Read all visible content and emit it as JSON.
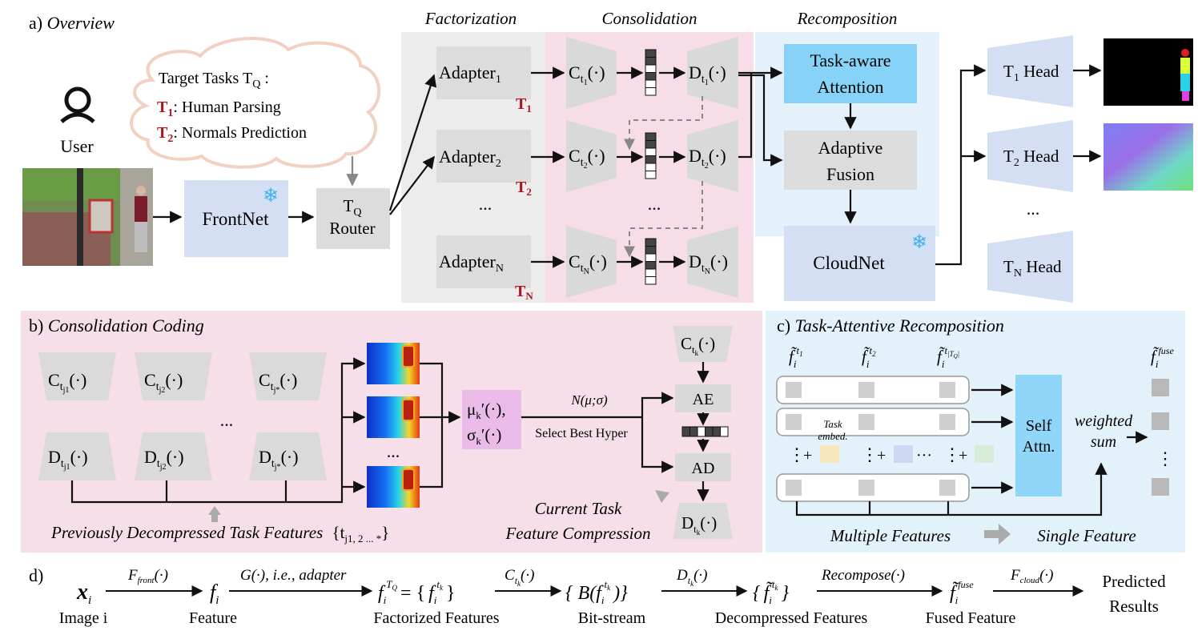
{
  "overview": {
    "section_label": "a)",
    "section_title": "Overview",
    "stages": {
      "factorization": "Factorization",
      "consolidation": "Consolidation",
      "recomposition": "Recomposition"
    },
    "user_label": "User",
    "cloud": {
      "title_main": "Target Tasks T",
      "title_sub": "Q",
      "title_tail": " :",
      "t1_main": "T",
      "t1_sub": "1",
      "t1_desc": ": Human Parsing",
      "t2_main": "T",
      "t2_sub": "2",
      "t2_desc": ": Normals Prediction"
    },
    "frontnet_label": "FrontNet",
    "router": {
      "top_main": "T",
      "top_sub": "Q",
      "bottom": "Router"
    },
    "adapters": [
      {
        "main": "Adapter",
        "sub": "1",
        "tag_main": "T",
        "tag_sub": "1"
      },
      {
        "main": "Adapter",
        "sub": "2",
        "tag_main": "T",
        "tag_sub": "2"
      },
      {
        "main": "Adapter",
        "sub": "N",
        "tag_main": "T",
        "tag_sub": "N"
      }
    ],
    "ellipsis": "...",
    "encoders": [
      {
        "main": "C",
        "sub": "t",
        "subsub": "1",
        "tail": "(·)"
      },
      {
        "main": "C",
        "sub": "t",
        "subsub": "2",
        "tail": "(·)"
      },
      {
        "main": "C",
        "sub": "t",
        "subsub": "N",
        "tail": "(·)"
      }
    ],
    "decoders": [
      {
        "main": "D",
        "sub": "t",
        "subsub": "1",
        "tail": "(·)"
      },
      {
        "main": "D",
        "sub": "t",
        "subsub": "2",
        "tail": "(·)"
      },
      {
        "main": "D",
        "sub": "t",
        "subsub": "N",
        "tail": "(·)"
      }
    ],
    "attention": [
      "Task-aware",
      "Attention"
    ],
    "fusion": [
      "Adaptive",
      "Fusion"
    ],
    "cloudnet_label": "CloudNet",
    "heads": [
      {
        "main": "T",
        "sub": "1",
        "tail": " Head"
      },
      {
        "main": "T",
        "sub": "2",
        "tail": " Head"
      },
      {
        "main": "T",
        "sub": "N",
        "tail": " Head"
      }
    ],
    "snowflake": "❄"
  },
  "coding": {
    "section_label": "b)",
    "section_title": "Consolidation Coding",
    "encoders": [
      {
        "main": "C",
        "sub": "t",
        "subsub": "j1",
        "tail": "(·)"
      },
      {
        "main": "C",
        "sub": "t",
        "subsub": "j2",
        "tail": "(·)"
      },
      {
        "main": "C",
        "sub": "t",
        "subsub": "j*",
        "tail": "(·)"
      }
    ],
    "decoders": [
      {
        "main": "D",
        "sub": "t",
        "subsub": "j1",
        "tail": "(·)"
      },
      {
        "main": "D",
        "sub": "t",
        "subsub": "j2",
        "tail": "(·)"
      },
      {
        "main": "D",
        "sub": "t",
        "subsub": "j*",
        "tail": "(·)"
      }
    ],
    "ellipsis": "...",
    "mu_label": {
      "main": "μ",
      "sub": "k",
      "tail": "′(·),"
    },
    "sigma_label": {
      "main": "σ",
      "sub": "k",
      "tail": "′(·)"
    },
    "normal_label": "N(μ;σ)",
    "select_label": "Select Best Hyper",
    "ck_label": {
      "main": "C",
      "sub": "t",
      "subsub": "k",
      "tail": "(·)"
    },
    "dk_label": {
      "main": "D",
      "sub": "t",
      "subsub": "k",
      "tail": "(·)"
    },
    "ae_label": "AE",
    "ad_label": "AD",
    "current_task": [
      "Current Task",
      "Feature Compression"
    ],
    "previous_text": "Previously Decompressed Task Features ",
    "previous_set": "{t",
    "previous_set_sub": "j1, 2 ... *",
    "previous_set_close": "}"
  },
  "recomposition": {
    "section_label": "c)",
    "section_title": "Task-Attentive Recomposition",
    "feature_labels": [
      {
        "main": "f̃",
        "sub": "i",
        "sup": "t",
        "supsub": "1"
      },
      {
        "main": "f̃",
        "sub": "i",
        "sup": "t",
        "supsub": "2"
      },
      {
        "main": "f̃",
        "sub": "i",
        "sup": "t",
        "supsub": "|T",
        "supsubsub": "Q",
        "supsubtail": "|"
      }
    ],
    "fuse_label": {
      "main": "f̃",
      "sub": "i",
      "sup": "fuse"
    },
    "task_embed": [
      "Task",
      "embed."
    ],
    "vdots": "⋮",
    "plus": "+",
    "dots_mid": "···",
    "self_attn": [
      "Self",
      "Attn."
    ],
    "weighted_sum": [
      "weighted",
      "sum"
    ],
    "multiple_features": "Multiple Features",
    "single_feature": "Single Feature"
  },
  "pipeline": {
    "section_label": "d)",
    "x_main": "x",
    "x_sub": "i",
    "x_caption": "Image i",
    "f_front_main": "F",
    "f_front_sub": "front",
    "f_front_tail": "(·)",
    "fi_main": "f",
    "fi_sub": "i",
    "fi_caption": "Feature",
    "g_label": "G(·), i.e., adapter",
    "factorized_lhs_main": "f",
    "factorized_lhs_sub": "i",
    "factorized_lhs_sup": "T",
    "factorized_lhs_supsub": "Q",
    "factorized_eq": "= {",
    "factorized_rhs_main": "f",
    "factorized_rhs_sub": "i",
    "factorized_rhs_sup": "t",
    "factorized_rhs_supsub": "k",
    "factorized_close": "}",
    "factorized_caption": "Factorized Features",
    "c_main": "C",
    "c_sub": "t",
    "c_subsub": "k",
    "c_tail": "(·)",
    "b_open": "{ B(",
    "b_main": "f",
    "b_sub": "i",
    "b_sup": "t",
    "b_supsub": "k",
    "b_close": ")}",
    "b_caption": "Bit-stream",
    "d_main": "D",
    "d_sub": "t",
    "d_subsub": "k",
    "d_tail": "(·)",
    "dec_open": "{",
    "dec_main": "f̃",
    "dec_sub": "i",
    "dec_sup": "t",
    "dec_supsub": "k",
    "dec_close": "}",
    "dec_caption": "Decompressed Features",
    "recompose_label": "Recompose(·)",
    "fuse_main": "f̃",
    "fuse_sub": "i",
    "fuse_sup": "fuse",
    "fuse_caption": "Fused Feature",
    "cloud_main": "F",
    "cloud_sub": "cloud",
    "cloud_tail": "(·)",
    "result": [
      "Predicted",
      "Results"
    ]
  },
  "colors": {
    "blue_box": "#d5dff3",
    "cyan_box": "#87d3f7",
    "gray_box": "#dcdcdc",
    "consolidation_bg": "#f6dde8",
    "factorization_bg": "#ececec",
    "recomposition_bg": "#e4f1fb",
    "coding_bg": "#f7dfe9",
    "attn_bg": "#e3f1fa",
    "red": "#b0151e",
    "heatmap_box": "#eabbe9",
    "self_attn_box": "#8fd6f8"
  }
}
